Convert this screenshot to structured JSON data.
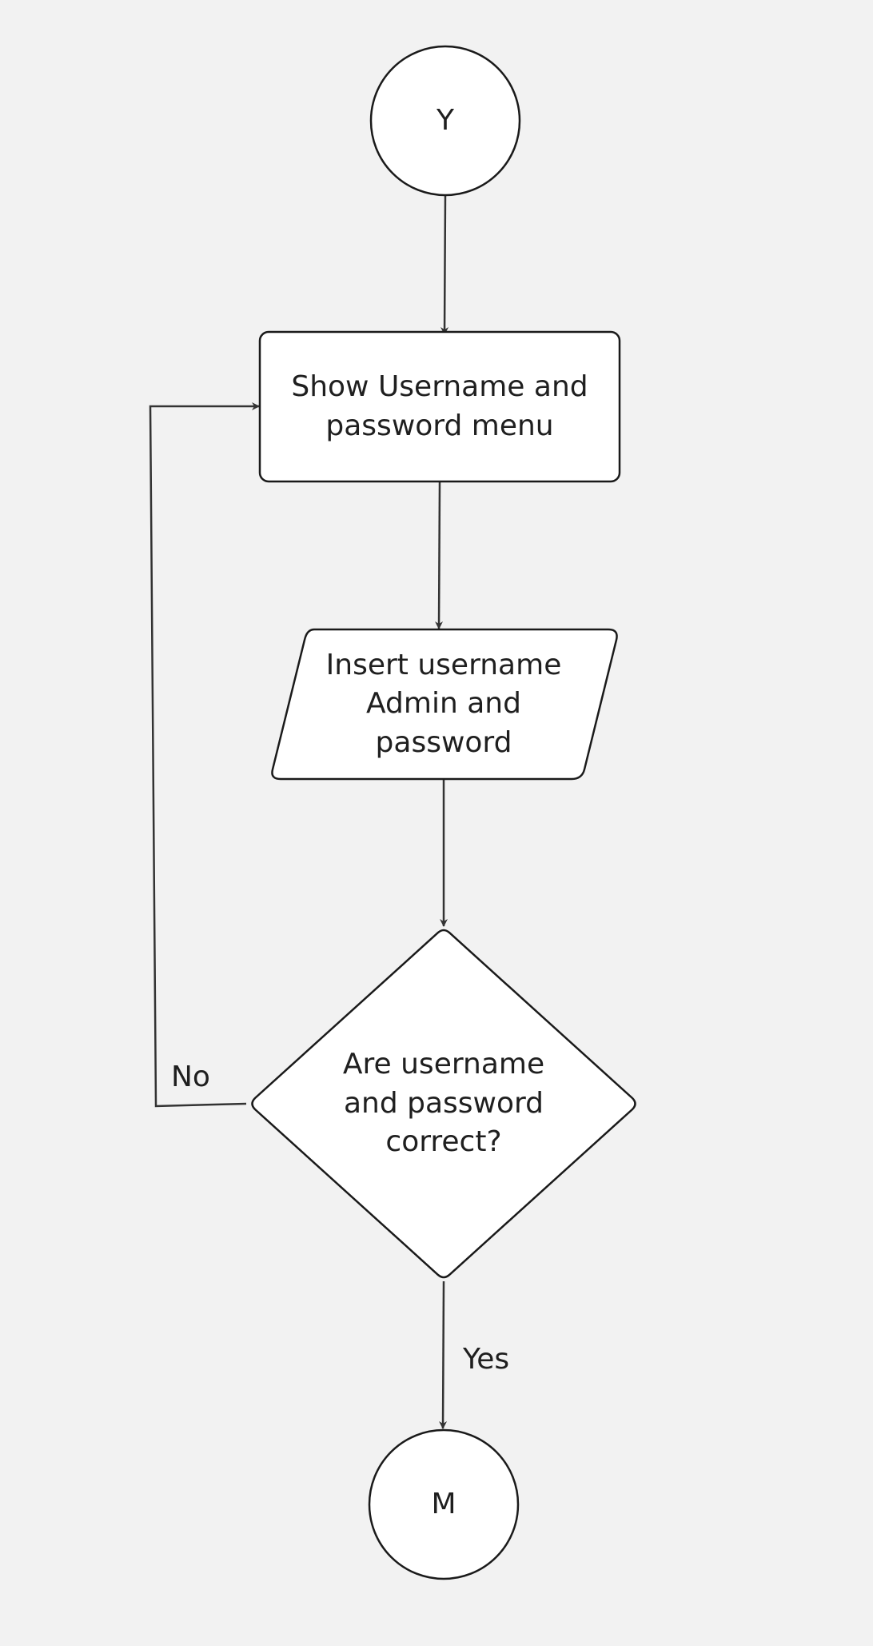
{
  "colors": {
    "background": "#f2f2f2",
    "shape_fill": "#ffffff",
    "stroke": "#1a1a1a",
    "connector": "#333333",
    "text": "#1f1f1f"
  },
  "nodes": {
    "start": {
      "label": "Y"
    },
    "show_menu": {
      "label": "Show Username and password menu"
    },
    "insert_credentials": {
      "label": "Insert username Admin and password"
    },
    "check_credentials": {
      "label": "Are username and password correct?"
    },
    "end": {
      "label": "M"
    }
  },
  "edges": {
    "no_label": "No",
    "yes_label": "Yes"
  }
}
